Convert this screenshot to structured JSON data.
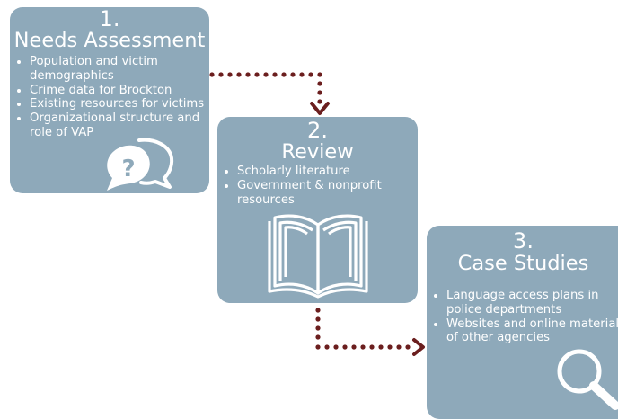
{
  "steps": [
    {
      "number": "1.",
      "title": "Needs Assessment",
      "items": [
        "Population and victim demographics",
        "Crime data for Brockton",
        "Existing resources for victims",
        "Organizational structure and role of VAP"
      ],
      "icon": "question-speech-bubbles-icon"
    },
    {
      "number": "2.",
      "title": "Review",
      "items": [
        "Scholarly literature",
        "Government & nonprofit resources"
      ],
      "icon": "open-book-icon"
    },
    {
      "number": "3.",
      "title": "Case Studies",
      "items": [
        "Language access plans in police departments",
        "Websites and online materials of other agencies"
      ],
      "icon": "magnifying-glass-icon"
    }
  ],
  "colors": {
    "card": "#8ea9ba",
    "text": "#ffffff",
    "connector": "#6b1e1e"
  }
}
